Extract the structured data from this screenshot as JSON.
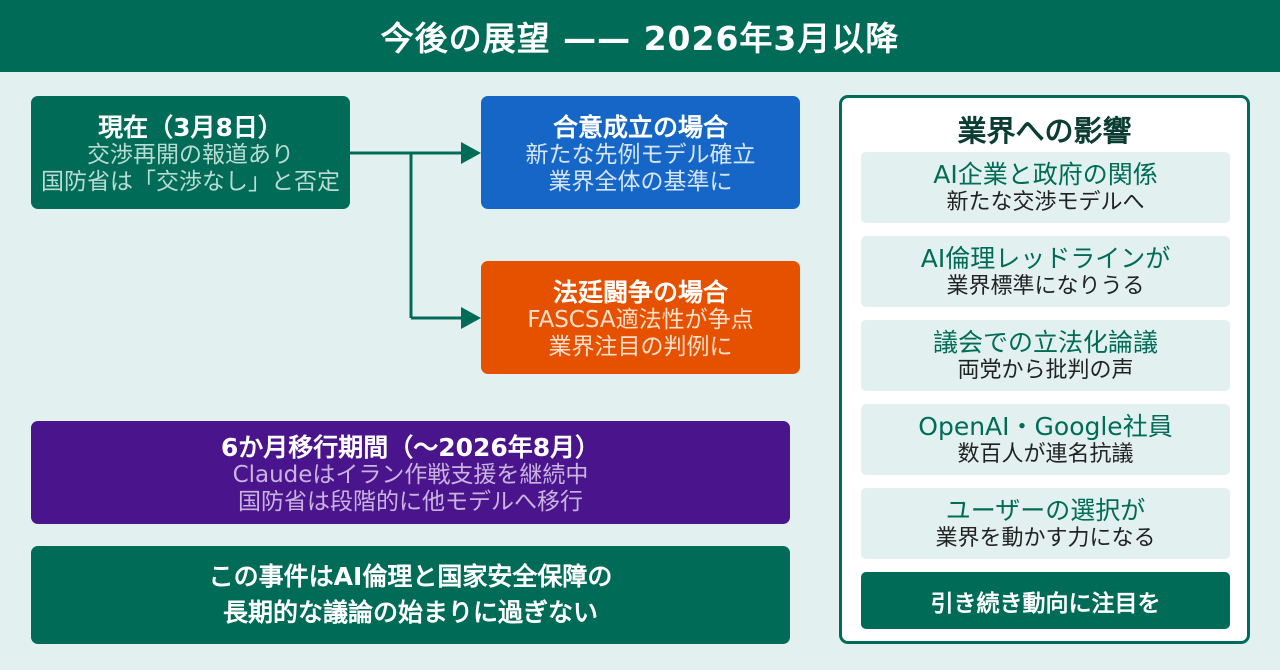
{
  "header": {
    "title": "今後の展望 —— 2026年3月以降"
  },
  "current": {
    "title": "現在（3月8日）",
    "line1": "交渉再開の報道あり",
    "line2": "国防省は「交渉なし」と否定"
  },
  "agreement": {
    "title": "合意成立の場合",
    "line1": "新たな先例モデル確立",
    "line2": "業界全体の基準に"
  },
  "court": {
    "title": "法廷闘争の場合",
    "line1": "FASCSA適法性が争点",
    "line2": "業界注目の判例に"
  },
  "transition": {
    "title": "6か月移行期間（〜2026年8月）",
    "line1": "Claudeはイラン作戦支援を継続中",
    "line2": "国防省は段階的に他モデルへ移行"
  },
  "conclusion": {
    "line1": "この事件はAI倫理と国家安全保障の",
    "line2": "長期的な議論の始まりに過ぎない"
  },
  "impact_panel": {
    "title": "業界への影響",
    "items": [
      {
        "main": "AI企業と政府の関係",
        "sub": "新たな交渉モデルへ"
      },
      {
        "main": "AI倫理レッドラインが",
        "sub": "業界標準になりうる"
      },
      {
        "main": "議会での立法化論議",
        "sub": "両党から批判の声"
      },
      {
        "main": "OpenAI・Google社員",
        "sub": "数百人が連名抗議"
      },
      {
        "main": "ユーザーの選択が",
        "sub": "業界を動かす力になる"
      }
    ],
    "cta": "引き続き動向に注目を"
  },
  "colors": {
    "teal": "#006b57",
    "blue": "#1566c6",
    "orange": "#e65100",
    "purple": "#4a148c",
    "background": "#e2f1f0"
  }
}
